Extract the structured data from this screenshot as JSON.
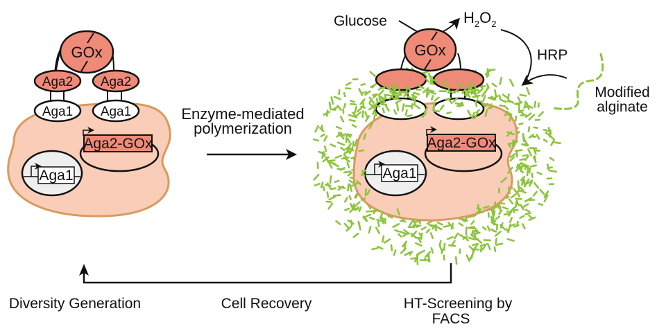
{
  "colors": {
    "enzyme_fill": "#ef8a78",
    "cell_fill": "#f9cdb8",
    "cell_stroke": "#d99a5e",
    "plasmid_fill": "#efefef",
    "alginate_green": "#8cc43c",
    "stroke": "#111111"
  },
  "left_cell": {
    "gox_label": "GOx",
    "aga2_left_label": "Aga2",
    "aga2_right_label": "Aga2",
    "aga1_left_label": "Aga1",
    "aga1_right_label": "Aga1",
    "gene_aga2_gox_label": "Aga2-GOx",
    "gene_aga1_label": "Aga1"
  },
  "right_cell": {
    "gox_label": "GOx",
    "gene_aga2_gox_label": "Aga2-GOx",
    "gene_aga1_label": "Aga1",
    "glucose_label": "Glucose",
    "h2o2_label": {
      "h": "H",
      "sub1": "2",
      "o": "O",
      "sub2": "2"
    },
    "hrp_label": "HRP",
    "modified_alginate_line1": "Modified",
    "modified_alginate_line2": "alginate"
  },
  "process_arrow": {
    "line1": "Enzyme-mediated",
    "line2": "polymerization"
  },
  "cycle": {
    "diversity_generation": "Diversity Generation",
    "cell_recovery": "Cell Recovery",
    "ht_screening_line1": "HT-Screening by",
    "ht_screening_line2": "FACS"
  }
}
